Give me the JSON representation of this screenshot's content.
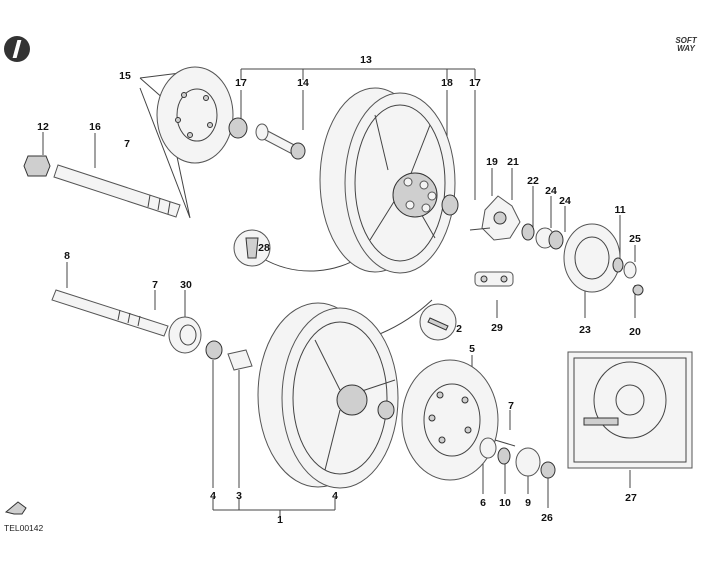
{
  "brand": "SOFT WAY",
  "drawing_code": "TEL00142",
  "callouts": {
    "c1": "1",
    "c2": "2",
    "c3": "3",
    "c4a": "4",
    "c4b": "4",
    "c5": "5",
    "c6": "6",
    "c7a": "7",
    "c7b": "7",
    "c7c": "7",
    "c8": "8",
    "c9": "9",
    "c10": "10",
    "c11": "11",
    "c12": "12",
    "c13": "13",
    "c14": "14",
    "c15": "15",
    "c16": "16",
    "c17a": "17",
    "c17b": "17",
    "c18": "18",
    "c19": "19",
    "c20": "20",
    "c21": "21",
    "c22": "22",
    "c23": "23",
    "c24a": "24",
    "c24b": "24",
    "c25": "25",
    "c26": "26",
    "c27": "27",
    "c28": "28",
    "c29": "29",
    "c30": "30"
  },
  "colors": {
    "line": "#444444",
    "part_fill": "#f4f4f4",
    "shade": "#cfcfcf"
  }
}
